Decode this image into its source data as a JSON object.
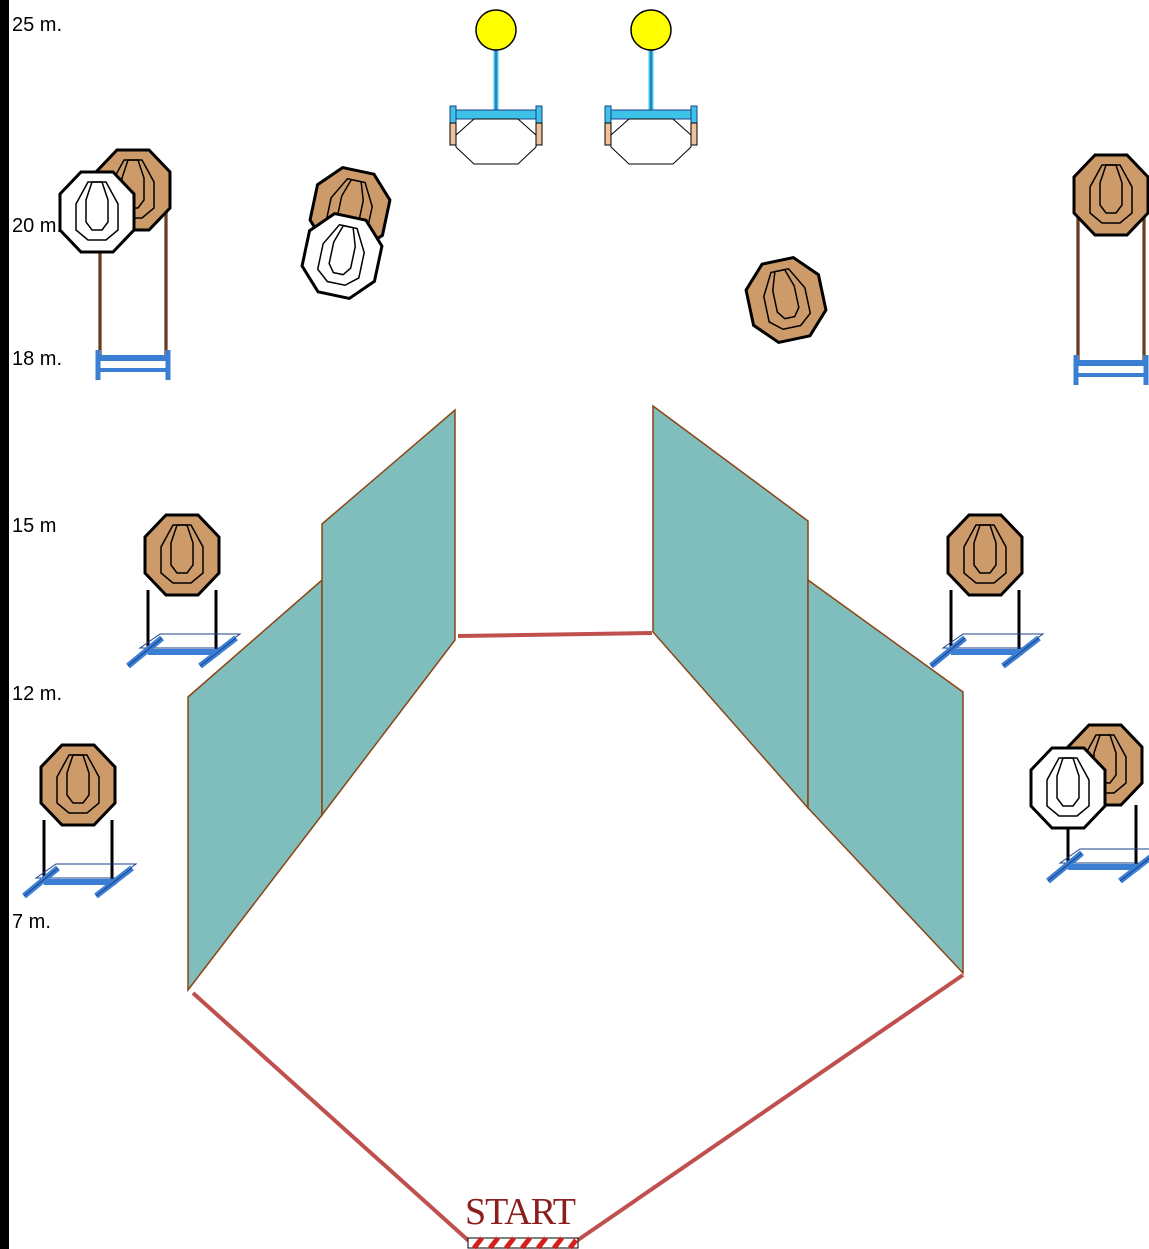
{
  "distance_markers": [
    "25 m.",
    "20 m.",
    "18 m.",
    "15 m",
    "12 m.",
    "7 m."
  ],
  "start": {
    "label": "START"
  },
  "colors": {
    "wall_fill": "#80bdbd",
    "wall_stroke": "#8b4513",
    "fault_line": "#c0504d",
    "paper_target": "#cd9b6a",
    "no_shoot_target": "#ffffff",
    "steel_plate": "#ffff00",
    "stand_blue": "#3a7fd4",
    "stand_cyan": "#3ec3e8",
    "start_box": "#d62020"
  },
  "icons": {
    "paper_target": "ipsc-paper-target-icon",
    "no_shoot": "no-shoot-target-icon",
    "popper": "steel-popper-icon",
    "stand": "target-stand-icon"
  }
}
